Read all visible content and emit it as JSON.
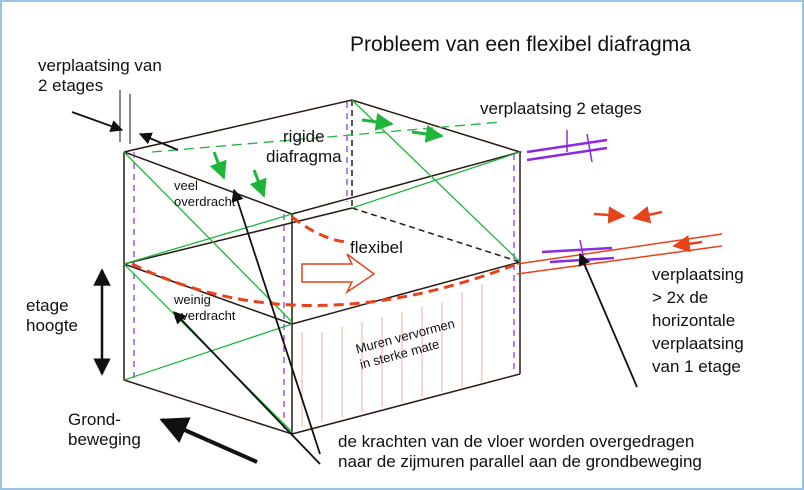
{
  "title": "Probleem van een flexibel diafragma",
  "labels": {
    "verplaatsing_2_etages_left": "verplaatsing van\n2 etages",
    "verplaatsing_2_etages_right": "verplaatsing 2 etages",
    "rigide": "rigide\ndiafragma",
    "veel_overdracht": "veel\noverdracht",
    "flexibel": "flexibel",
    "weinig_overdracht": "weinig\noverdracht",
    "muren": "Muren vervormen\nin sterke mate",
    "etage_hoogte": "etage\nhoogte",
    "grondbeweging": "Grond-\nbeweging",
    "verplaatsing_right": "verplaatsing\n> 2x de\nhorizontale\nverplaatsing\nvan 1 etage",
    "krachten": "de krachten van de vloer worden overgedragen\nnaar de zijmuren parallel aan de grondbeweging"
  },
  "colors": {
    "ink": "#1a1a1a",
    "green": "#1fb53a",
    "red": "#e8421c",
    "purple": "#8a2be2",
    "frame": "#9bc3e8"
  }
}
